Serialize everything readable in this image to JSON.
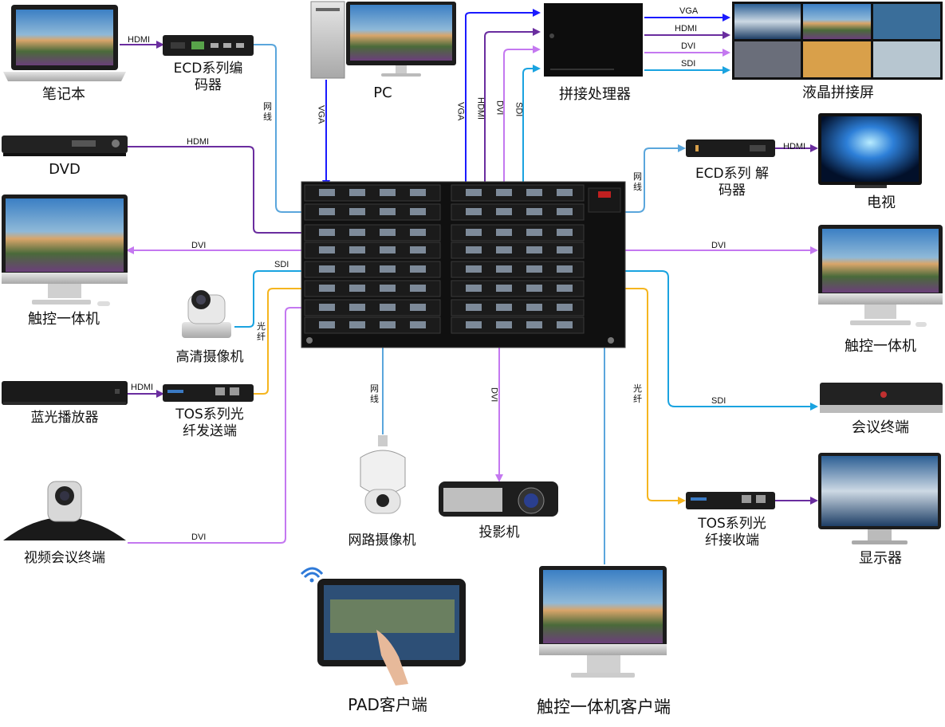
{
  "colors": {
    "vga": "#1a1aff",
    "hdmi": "#6a2d9f",
    "dvi": "#c478f0",
    "sdi": "#1aa3e0",
    "net": "#5aa6dc",
    "fiber": "#f5b51f"
  },
  "devices": {
    "laptop": "笔记本",
    "ecd_encoder": "ECD系列编\n码器",
    "pc": "PC",
    "splice_processor": "拼接处理器",
    "lcd_wall": "液晶拼接屏",
    "dvd": "DVD",
    "ecd_decoder": "ECD系列 解\n码器",
    "tv": "电视",
    "touch_left": "触控一体机",
    "touch_right": "触控一体机",
    "hd_camera": "高清摄像机",
    "bluray": "蓝光播放器",
    "tos_tx": "TOS系列光\n纤发送端",
    "conference_terminal": "会议终端",
    "video_conf_terminal": "视频会议终端",
    "ip_camera": "网路摄像机",
    "projector": "投影机",
    "tos_rx": "TOS系列光\n纤接收端",
    "monitor": "显示器",
    "pad_client": "PAD客户端",
    "touch_client": "触控一体机客户端"
  },
  "wire_labels": {
    "laptop_hdmi": "HDMI",
    "pc_vga": "VGA",
    "encoder_net": "网\n线",
    "proc_vga": "VGA",
    "proc_hdmi": "HDMI",
    "proc_dvi": "DVI",
    "proc_sdi": "SDI",
    "wall_vga": "VGA",
    "wall_hdmi": "HDMI",
    "wall_dvi": "DVI",
    "wall_sdi": "SDI",
    "dvd_hdmi": "HDMI",
    "decoder_net": "网\n线",
    "decoder_hdmi": "HDMI",
    "touch_left_dvi": "DVI",
    "touch_right_dvi": "DVI",
    "camera_sdi": "SDI",
    "camera_fiber": "光\n纤",
    "bluray_hdmi": "HDMI",
    "ipcam_net": "网\n线",
    "projector_dvi": "DVI",
    "rx_fiber": "光\n纤",
    "conf_sdi": "SDI",
    "vconf_dvi": "DVI"
  }
}
